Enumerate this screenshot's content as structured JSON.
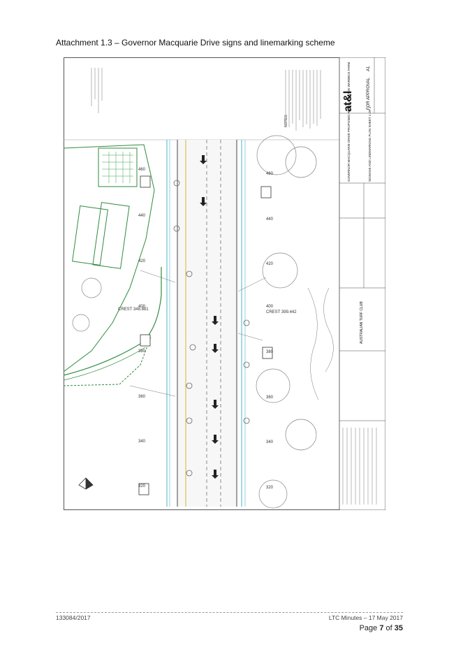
{
  "attachment_title": "Attachment 1.3 – Governor Macquarie Drive signs and linemarking scheme",
  "plan": {
    "client_logo": "at&l",
    "status": "FOR APPROVAL",
    "sheet_size": "A1",
    "project_title": "GOVERNOR MACQUARIE DRIVE PROPOSED ROAD UPGRADE WARWICK FARM",
    "drawing_title": "SIGNAGE AND LINEMARKING PLAN SHEET 1 OF 2",
    "club_name": "AUSTRALIAN TURF CLUB",
    "notes_heading": "NOTES:",
    "labels": {
      "crest_left": "CREST 348.881",
      "crest_right": "CREST 399.442",
      "chainages_left": [
        "460",
        "440",
        "420",
        "400",
        "380",
        "360",
        "340",
        "320"
      ],
      "chainages_right": [
        "460",
        "440",
        "420",
        "400",
        "380",
        "360",
        "340",
        "320"
      ]
    }
  },
  "footer": {
    "doc_ref": "133084/2017",
    "minutes": "LTC Minutes – 17 May 2017",
    "page_prefix": "Page ",
    "page_current": "7",
    "page_of": " of ",
    "page_total": "35"
  }
}
